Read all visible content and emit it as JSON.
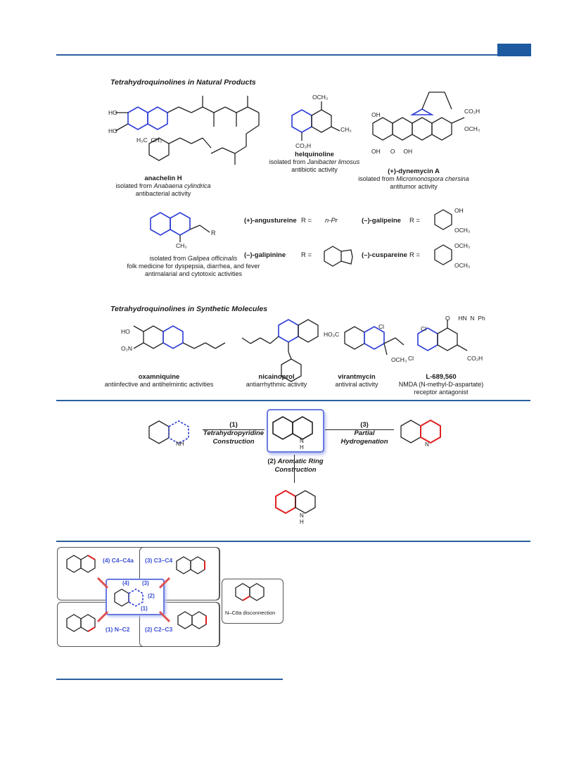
{
  "sections": {
    "natural_title": "Tetrahydroquinolines in Natural Products",
    "synthetic_title": "Tetrahydroquinolines in Synthetic Molecules"
  },
  "natural": {
    "anachelin": {
      "name": "anachelin H",
      "source_prefix": "isolated from ",
      "source_species": "Anabaena cylindrica",
      "activity": "antibacterial activity"
    },
    "helquinoline": {
      "name": "helquinoline",
      "source_prefix": "isolated from ",
      "source_species": "Janibacter limosus",
      "activity": "antibiotic activity"
    },
    "dynemycin": {
      "name": "(+)-dynemycin A",
      "source_prefix": "isolated from ",
      "source_species": "Micromonospora chersina",
      "activity": "antitumor activity"
    },
    "galipea": {
      "source_prefix": "isolated from ",
      "source_species": "Galipea officinalis",
      "line2": "folk medicine for dyspepsia, diarrhea, and fever",
      "line3": "antimalarial and cytotoxic activities"
    },
    "angustureine": {
      "name": "(+)-angustureine",
      "r": "R =",
      "r_group": "n-Pr"
    },
    "galipeine": {
      "name": "(–)-galipeine",
      "r": "R ="
    },
    "galipinine": {
      "name": "(–)-galipinine",
      "r": "R ="
    },
    "cuspareine": {
      "name": "(–)-cuspareine",
      "r": "R ="
    }
  },
  "synthetic": {
    "oxamniquine": {
      "name": "oxamniquine",
      "activity": "antiinfective and antihelmintic activities"
    },
    "nicainoprol": {
      "name": "nicainoprol",
      "activity": "antiarrhythmic activity"
    },
    "virantmycin": {
      "name": "virantmycin",
      "activity": "antiviral activity"
    },
    "l689560": {
      "name": "L-689,560",
      "line1": "NMDA (N-methyl-D-aspartate)",
      "line2": "receptor antagonist"
    }
  },
  "routes": {
    "r1_num": "(1)",
    "r1_text1": "Tetrahydropyridine",
    "r1_text2": "Construction",
    "r2_num": "(2)",
    "r2_text1": "Aromatic Ring",
    "r2_text2": "Construction",
    "r3_num": "(3)",
    "r3_text1": "Partial",
    "r3_text2": "Hydrogenation"
  },
  "disconnections": {
    "d4": "(4) C4–C4a",
    "d3": "(3) C3–C4",
    "d1": "(1) N–C2",
    "d2": "(2) C2–C3",
    "n_c8a": "N–C8a disconnection",
    "center_labels": [
      "(4)",
      "(3)",
      "(2)",
      "(1)"
    ]
  },
  "atoms": {
    "nh": "N\nH",
    "n": "N",
    "h": "H"
  }
}
